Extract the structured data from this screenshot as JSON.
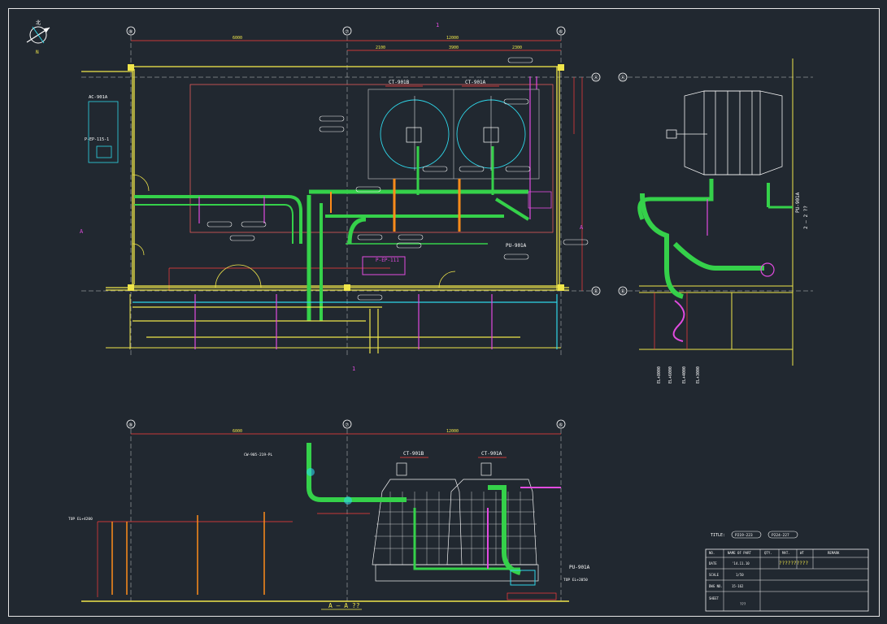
{
  "colors": {
    "background": "#212830",
    "frame": "#e6e6e6",
    "wall": "#f0e64a",
    "dimension": "#ff3c3c",
    "pipe_green": "#35d14a",
    "pipe_magenta": "#e24be0",
    "pipe_cyan": "#2fd6e8",
    "pipe_orange": "#ff8c1a",
    "label_white": "#f2f2f2",
    "title_block": "#f2f2f2"
  },
  "north_arrow": {
    "label_top": "北",
    "label_bottom": "N",
    "icon": "compass-icon"
  },
  "grid_axes": {
    "plan_top": [
      "⑧",
      "⑦",
      "⑥"
    ],
    "plan_right": [
      "Ⓐ",
      "Ⓑ"
    ],
    "section_top": [
      "⑧",
      "⑦",
      "⑥"
    ],
    "side_left": [
      "Ⓐ",
      "Ⓑ"
    ]
  },
  "plan": {
    "cooling_towers": [
      "CT-901B",
      "CT-901A"
    ],
    "equipment_tag_left": "AC-901A",
    "equipment_box_left": "P-EP-115-1",
    "pump_panel_label": "P-EP-111",
    "pump_tag": "PU-901A",
    "section_marks": [
      "A",
      "A",
      "1",
      "1"
    ]
  },
  "side_view": {
    "title": "PU-901A",
    "section_label": "2 — 2 ??",
    "vertical_labels": [
      "EL+8000",
      "EL+6000",
      "EL+4000",
      "EL+3000"
    ]
  },
  "section_view": {
    "title": "A — A ??",
    "tower_tags": [
      "CT-901B",
      "CT-901A"
    ],
    "pump_tag": "PU-901A",
    "left_pipe_label": "TOP EL+4200",
    "top_pipe_label": "CW-905-219-PL",
    "elevation_label": "TOP EL+2050"
  },
  "legend": {
    "label": "TITLE:",
    "items": [
      "P219-223",
      "P224-227"
    ]
  },
  "title_block": {
    "row1": [
      "NO.",
      "NAME OF PART",
      "QTY.",
      "MAT.",
      "WT",
      "REMARK"
    ],
    "row2_left": "DATE",
    "row2_date": "'14.11.10",
    "row2_title": "??????????",
    "scale_label": "SCALE",
    "scale_value": "1/50",
    "dwg_label": "DWG NO.",
    "dwg_value": "15-162",
    "sheet_label": "SHEET",
    "sheet_value": "???"
  }
}
